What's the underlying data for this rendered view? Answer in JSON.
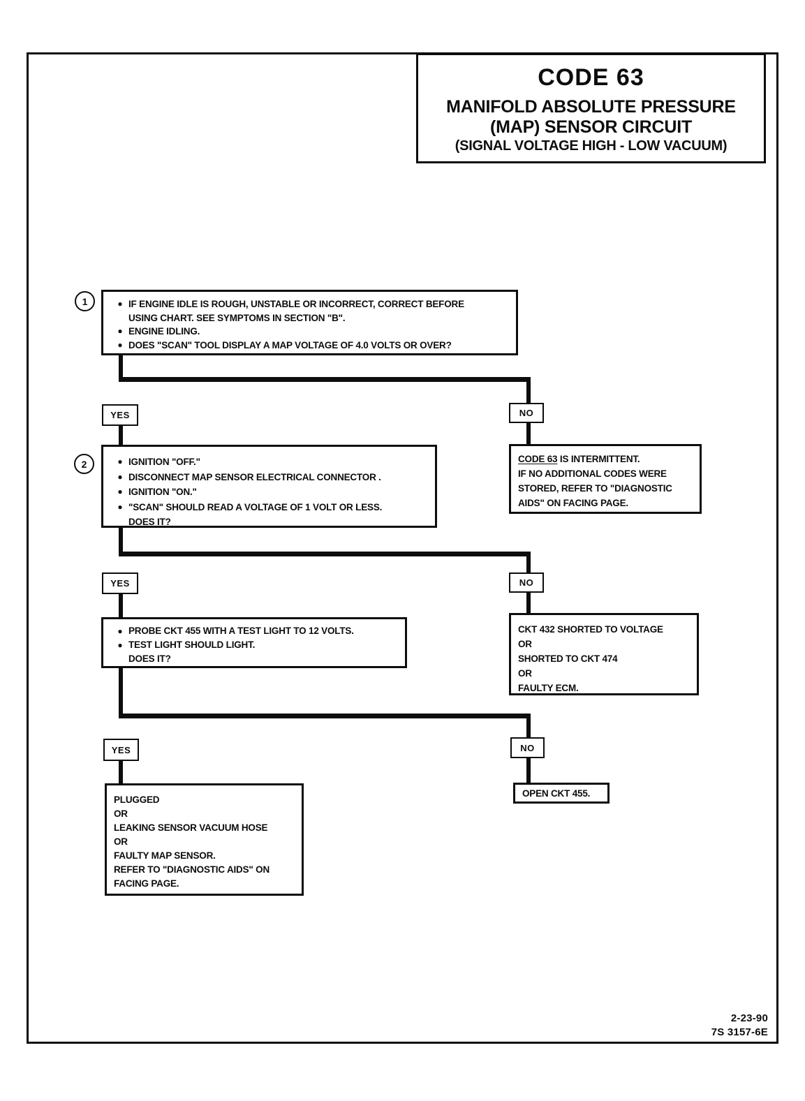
{
  "colors": {
    "ink": "#0d0d0d",
    "paper": "#ffffff"
  },
  "icons": {
    "bullet": "●"
  },
  "title": {
    "code": "CODE 63",
    "line1": "MANIFOLD ABSOLUTE PRESSURE",
    "line2": "(MAP) SENSOR CIRCUIT",
    "line3": "(SIGNAL VOLTAGE HIGH - LOW VACUUM)"
  },
  "flow": {
    "step1": {
      "number": "1",
      "bullets": [
        "IF ENGINE IDLE IS ROUGH, UNSTABLE OR INCORRECT, CORRECT BEFORE\nUSING CHART.  SEE SYMPTOMS IN SECTION \"B\".",
        "ENGINE IDLING.",
        "DOES \"SCAN\" TOOL DISPLAY A MAP VOLTAGE OF 4.0  VOLTS OR OVER?"
      ]
    },
    "step2": {
      "number": "2",
      "bullets": [
        "IGNITION \"OFF.\"",
        "DISCONNECT MAP SENSOR ELECTRICAL CONNECTOR .",
        "IGNITION \"ON.\"",
        "\"SCAN\" SHOULD READ  A VOLTAGE OF 1 VOLT OR LESS.\nDOES IT?"
      ]
    },
    "step3": {
      "bullets": [
        "PROBE CKT 455 WITH A TEST LIGHT TO 12  VOLTS.",
        "TEST LIGHT SHOULD LIGHT.\nDOES IT?"
      ]
    },
    "branches": [
      {
        "yes": "YES",
        "no": "NO"
      },
      {
        "yes": "YES",
        "no": "NO"
      },
      {
        "yes": "YES",
        "no": "NO"
      }
    ],
    "results": {
      "intermittent": {
        "underlined": "CODE 63",
        "after": " IS INTERMITTENT.",
        "lines": [
          "IF NO ADDITIONAL CODES WERE",
          "STORED, REFER TO \"DIAGNOSTIC",
          "AIDS\" ON FACING PAGE."
        ]
      },
      "shorted": {
        "lines": [
          "CKT 432 SHORTED TO VOLTAGE",
          "OR",
          "SHORTED TO CKT 474",
          "OR",
          "FAULTY ECM."
        ]
      },
      "plugged": {
        "lines": [
          "PLUGGED",
          "OR",
          "LEAKING SENSOR  VACUUM HOSE",
          "OR",
          "FAULTY MAP SENSOR.",
          "REFER TO \"DIAGNOSTIC AIDS\" ON",
          "FACING PAGE."
        ]
      },
      "open_circuit": {
        "text": "OPEN CKT 455."
      }
    }
  },
  "footer": {
    "date": "2-23-90",
    "doc_number": "7S 3157-6E"
  }
}
